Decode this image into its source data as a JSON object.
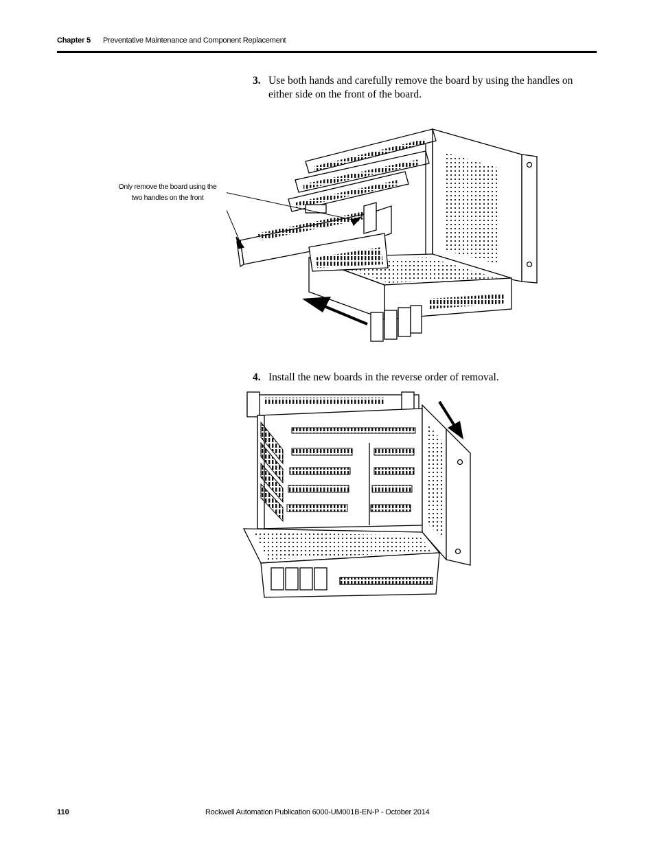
{
  "header": {
    "chapter_label": "Chapter 5",
    "chapter_title": "Preventative Maintenance and Component Replacement"
  },
  "steps": [
    {
      "number": "3.",
      "text": "Use both hands and carefully remove the board by using the handles on either side on the front of the board."
    },
    {
      "number": "4.",
      "text": "Install the new boards in the reverse order of removal."
    }
  ],
  "figures": {
    "callout": "Only remove the board using the two handles on the front"
  },
  "footer": {
    "page_number": "110",
    "publication": "Rockwell Automation Publication 6000-UM001B-EN-P - October 2014"
  }
}
